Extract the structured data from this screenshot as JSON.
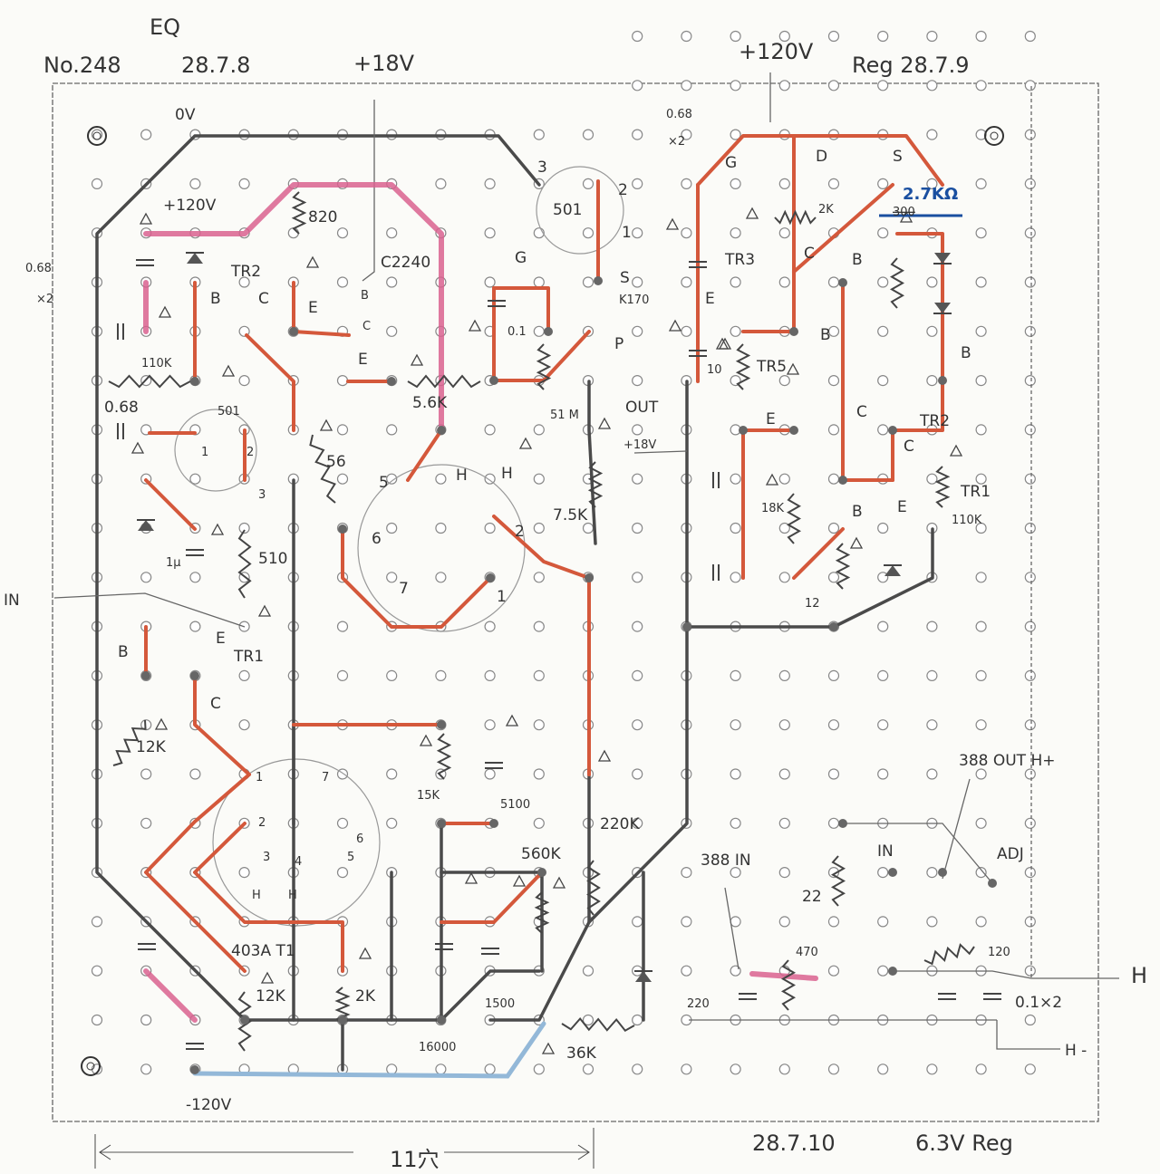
{
  "header": {
    "title": "EQ",
    "board_no": "No.248",
    "date": "28.7.8",
    "supply_18v": "+18V",
    "supply_120v": "+120V",
    "reg_date": "Reg 28.7.9"
  },
  "footer": {
    "dimension": "11穴",
    "date": "28.7.10",
    "reg_note": "6.3V Reg"
  },
  "eq": {
    "ov": "0V",
    "p120": "+120V",
    "m120": "-120V",
    "in": "IN",
    "c068a": "0.68",
    "x2a": "×2",
    "c068b": "0.68",
    "r820": "820",
    "tr2": "TR2",
    "b1": "B",
    "c1": "C",
    "e1": "E",
    "c2240": "C2240",
    "b2": "B",
    "c2": "C",
    "e2": "E",
    "r110k": "110K",
    "r56k": "5.6K",
    "s501a": "501",
    "pin3": "3",
    "pin2": "2",
    "pin1": "1",
    "g": "G",
    "s": "S",
    "k170": "K170",
    "p": "P",
    "c01": "0.1",
    "r51m": "51 M",
    "out": "OUT",
    "p18": "+18V",
    "s501b": "501",
    "p501_1": "1",
    "p501_2": "2",
    "p501_3": "3",
    "r56": "56",
    "c1u": "1μ",
    "r510": "510",
    "tr1": "TR1",
    "b3": "B",
    "e3": "E",
    "c3": "C",
    "r12ka": "12K",
    "r75k": "7.5K",
    "v5": "5",
    "vH1": "H",
    "vH2": "H",
    "v6": "6",
    "v2": "2",
    "v7": "7",
    "v1": "1",
    "r15k": "15K",
    "c5100": "5100",
    "r220k": "220K",
    "r560k": "560K",
    "t1": "1",
    "t7": "7",
    "t2": "2",
    "t6": "6",
    "t3": "3",
    "t4": "4",
    "t5": "5",
    "tH1": "H",
    "tH2": "H",
    "tube403": "403A T1",
    "r12kb": "12K",
    "r2k": "2K",
    "c1500": "1500",
    "c16000": "16000",
    "r36k": "36K"
  },
  "reg": {
    "c068": "0.68",
    "x2": "×2",
    "g": "G",
    "d": "D",
    "s": "S",
    "r2k": "2K",
    "r300": "300",
    "tr3": "TR3",
    "c": "C",
    "b": "B",
    "e": "E",
    "tr5": "TR5",
    "r10": "10",
    "b2": "B",
    "e2": "E",
    "c2": "C",
    "tr2": "TR2",
    "c3": "C",
    "b3": "B",
    "e3": "E",
    "b4": "B",
    "r18k": "18K",
    "tr1": "TR1",
    "r110k": "110K",
    "r12": "12"
  },
  "heater": {
    "out": "388 OUT H+",
    "in388": "388 IN",
    "in": "IN",
    "adj": "ADJ",
    "r22": "22",
    "r470": "470",
    "r120": "120",
    "c220": "220",
    "c01": "0.1×2",
    "hplus": "H",
    "hminus": "H -"
  },
  "annotation": {
    "value": "2.7KΩ",
    "color": "#1a4fa0"
  },
  "colors": {
    "trace_red": "#d4583b",
    "trace_pink": "#d9628f",
    "trace_black": "#4a4a4a",
    "trace_blue": "#93b8d8"
  }
}
